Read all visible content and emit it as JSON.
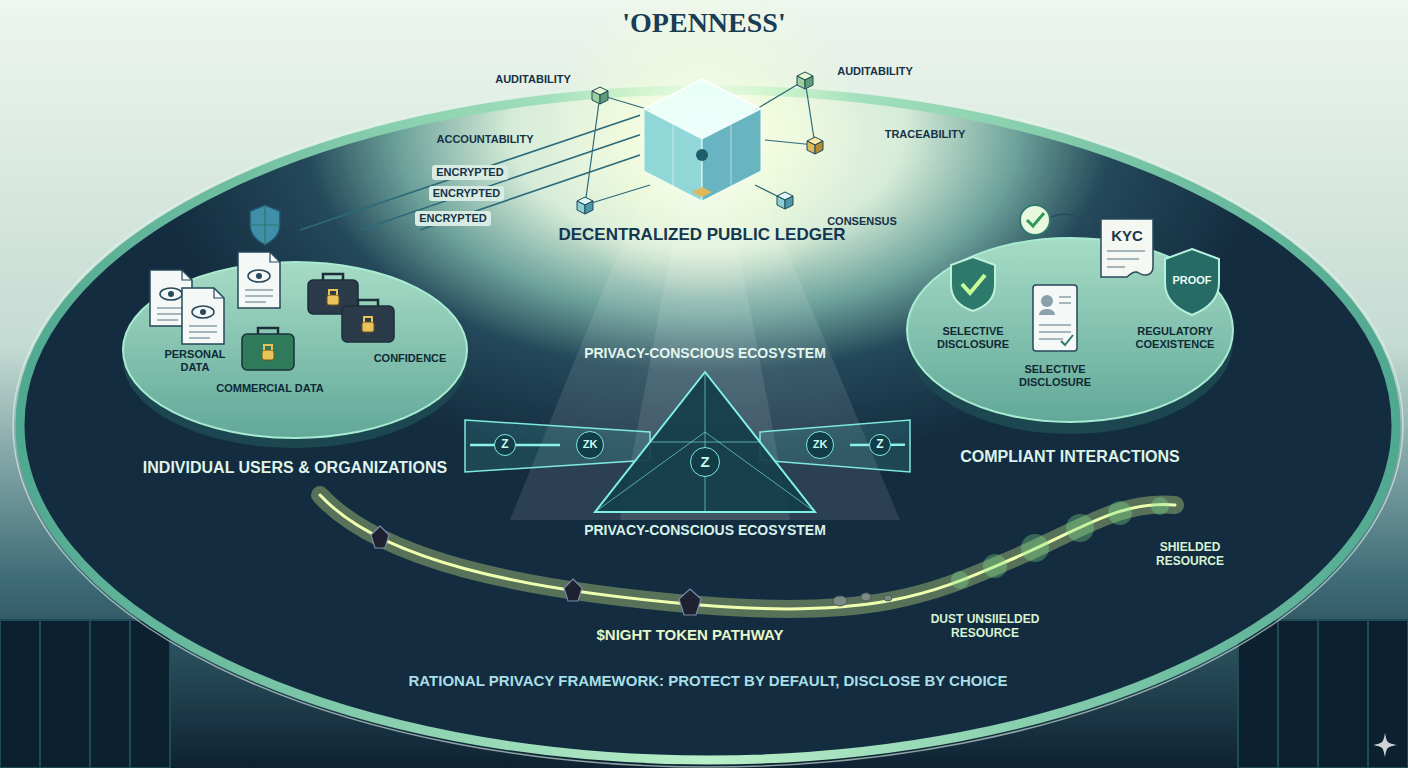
{
  "diagram": {
    "title": "'OPENNESS'",
    "caption": "RATIONAL PRIVACY FRAMEWORK: PROTECT BY DEFAULT, DISCLOSE BY CHOICE",
    "nodes": [
      {
        "text": [
          "DECENTRALIZED PUBLIC LEDGER"
        ]
      },
      {
        "text": [
          "PERSONAL DATA",
          "COMMERCIAL DATA",
          "CONFIDENCE",
          "INDIVIDUAL USERS & ORGANIZATIONS"
        ]
      },
      {
        "text": [
          "PRIVACY-CONSCIOUS ECOSYSTEM"
        ]
      },
      {
        "text": [
          "SELECTIVE DISCLOSURE",
          "SELECTIVE DISCLOSURE",
          "REGULATORY COEXISTENCE",
          "COMPLIANT INTERACTIONS"
        ]
      },
      {
        "text": [
          "KYC"
        ],
        "in": 3
      },
      {
        "text": [
          "PROOF"
        ],
        "in": 3
      }
    ],
    "edges": [
      {
        "from": 1,
        "to": 0,
        "label": "ENCRYPTED",
        "arrow": "none"
      },
      {
        "from": 1,
        "to": 0,
        "label": "ENCRYPTED",
        "arrow": "none"
      },
      {
        "from": 1,
        "to": 0,
        "label": "ENCRYPTED",
        "arrow": "none"
      },
      {
        "from": 1,
        "to": 2,
        "arrow": "none"
      },
      {
        "from": 2,
        "to": 3,
        "arrow": "none"
      }
    ],
    "labels": [
      "AUDITABILITY",
      "ACCOUNTABILITY",
      "AUDITABILITY",
      "TRACEABILITY",
      "CONSENSUS",
      "PRIVACY-CONSCIOUS ECOSYSTEM",
      "Z",
      "ZK",
      "Z",
      "ZK",
      "Z",
      "$NIGHT TOKEN PATHWAY",
      "DUST UNSIIELDED RESOURCE",
      "SHIELDED RESOURCE"
    ]
  }
}
